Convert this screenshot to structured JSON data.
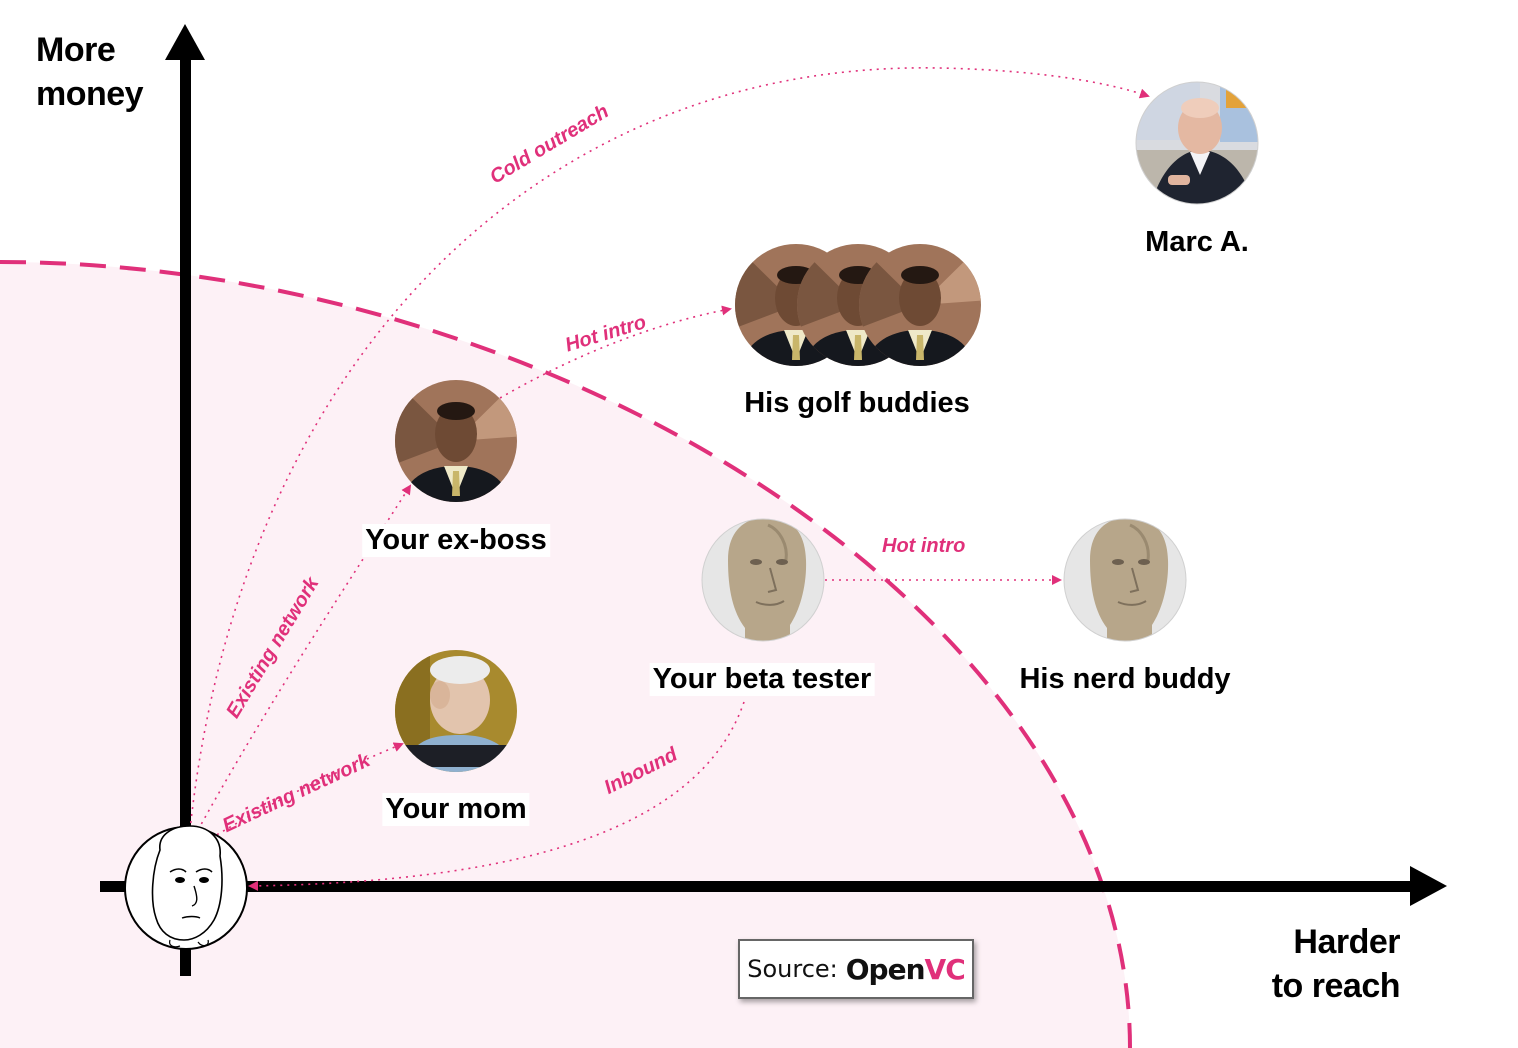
{
  "axes": {
    "y_label_line1": "More",
    "y_label_line2": "money",
    "x_label_line1": "Harder",
    "x_label_line2": "to reach"
  },
  "nodes": {
    "marc": "Marc A.",
    "golf_buddies": "His golf buddies",
    "ex_boss": "Your ex-boss",
    "beta_tester": "Your beta tester",
    "nerd_buddy": "His nerd buddy",
    "mom": "Your mom"
  },
  "edges": {
    "cold_outreach": "Cold outreach",
    "hot_intro_1": "Hot intro",
    "hot_intro_2": "Hot intro",
    "existing_network_1": "Existing network",
    "existing_network_2": "Existing network",
    "inbound": "Inbound"
  },
  "source": {
    "prefix": "Source:",
    "brand_part1": "Open",
    "brand_part2": "VC"
  },
  "colors": {
    "accent": "#e0307a",
    "zone_fill": "#fdf1f6",
    "axis": "#000000"
  }
}
